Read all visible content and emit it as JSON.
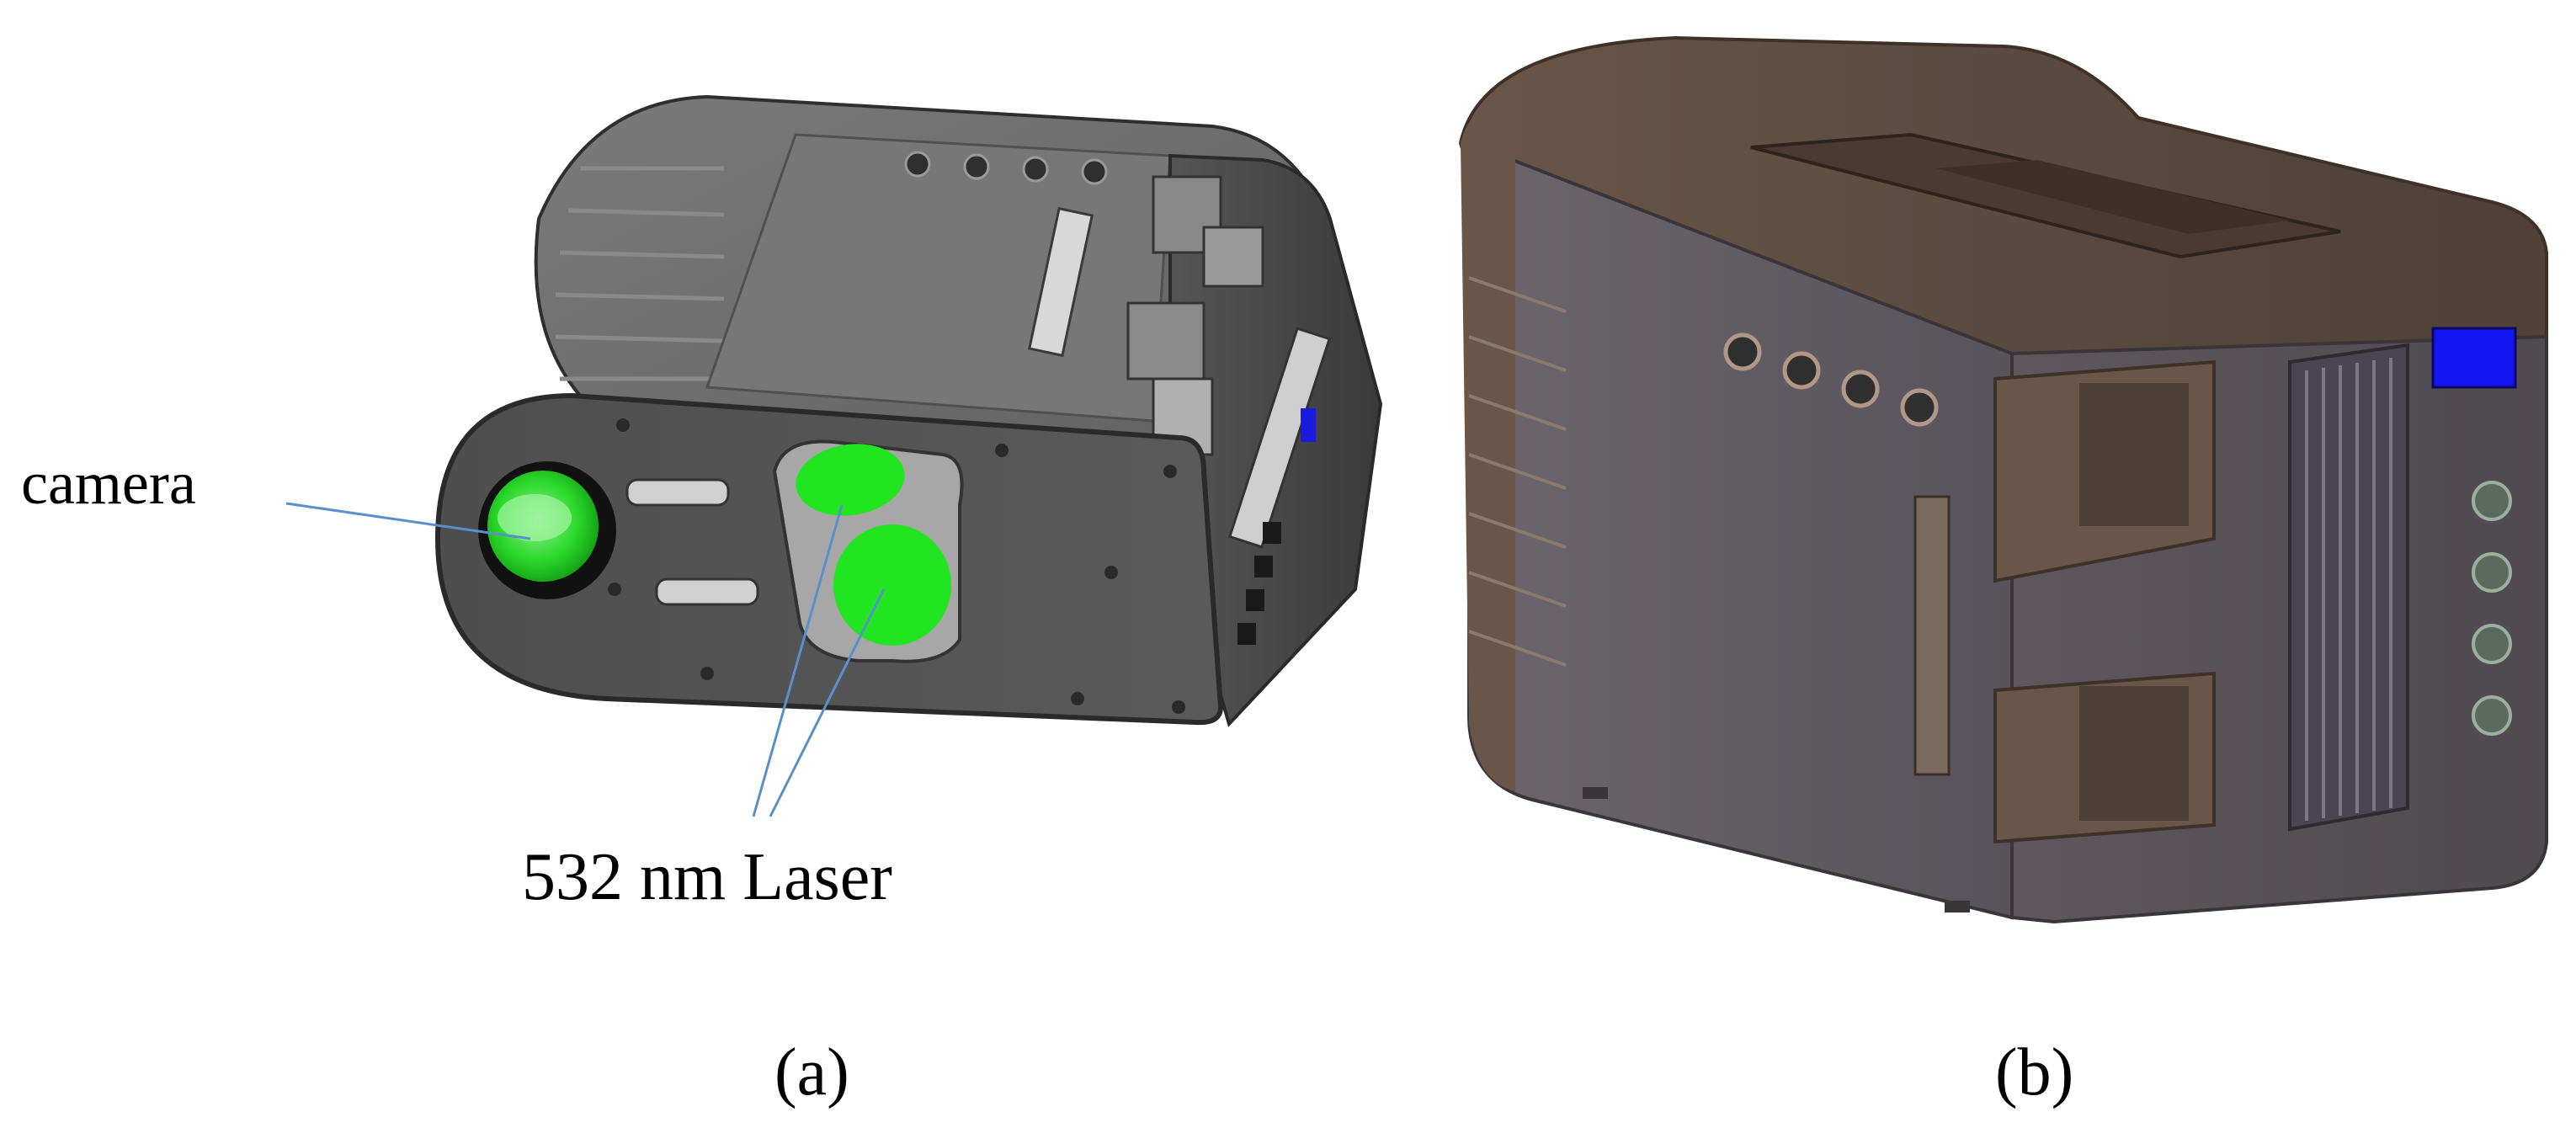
{
  "panel_a": {
    "caption": "(a)",
    "labels": {
      "camera": "camera",
      "laser": "532 nm Laser"
    }
  },
  "panel_b": {
    "caption": "(b)"
  },
  "colors": {
    "housing_a_dark": "#3f3f3f",
    "housing_a_face": "#5a5a5a",
    "housing_a_top": "#6e6e6e",
    "lens_green": "#2bd82b",
    "laser_green": "#22e522",
    "housing_b_bronze": "#5c4a3e",
    "housing_b_body": "#605a60",
    "housing_b_light": "#8a8086",
    "display_blue": "#1414f0",
    "leader_line": "#5b8fc9"
  }
}
